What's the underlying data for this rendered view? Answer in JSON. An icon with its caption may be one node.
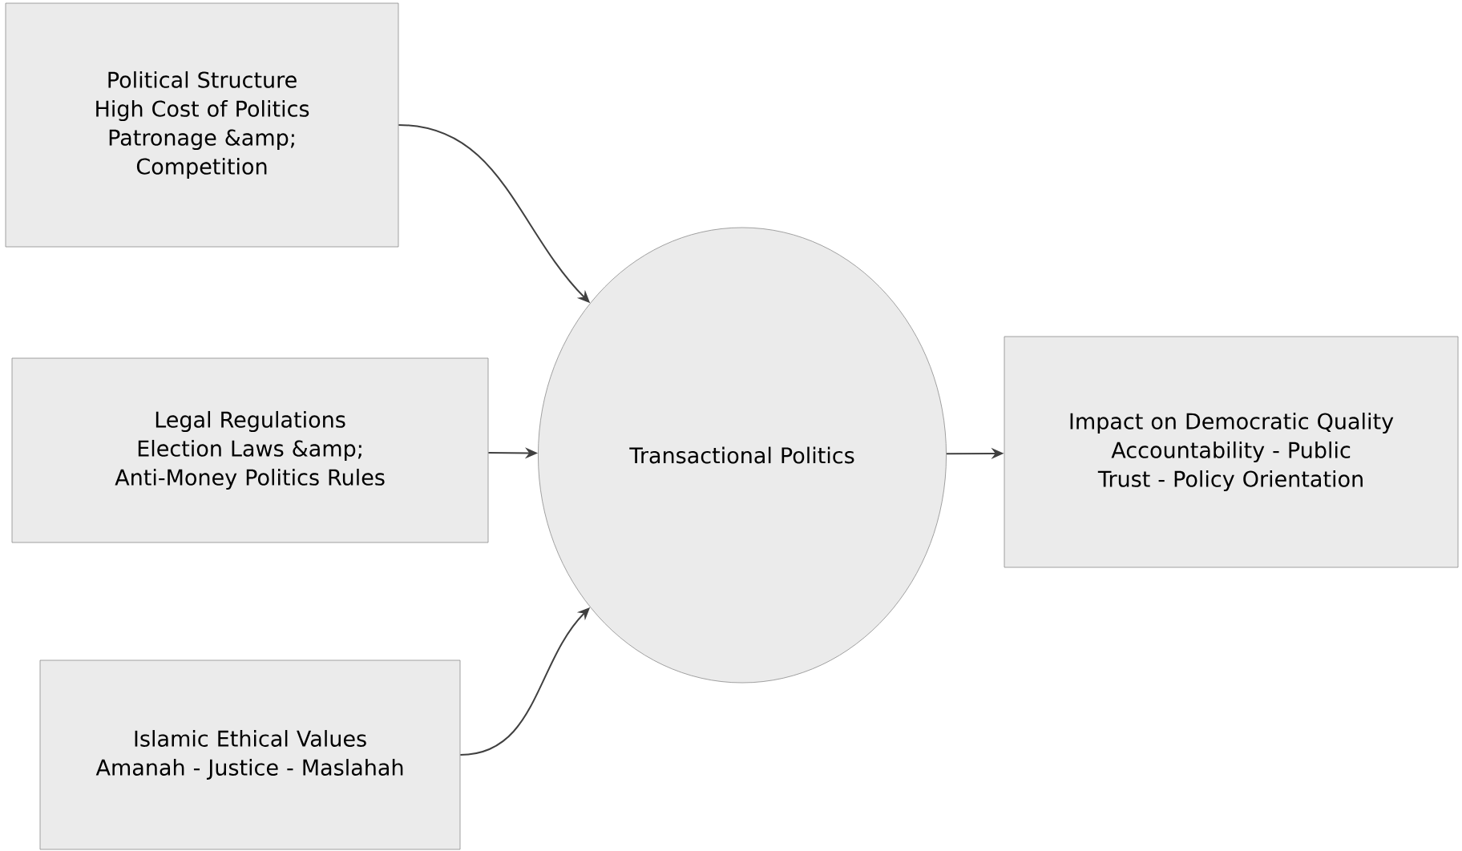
{
  "diagram": {
    "nodes": [
      {
        "text": [
          "Political Structure",
          "High Cost of Politics",
          "Patronage &amp; Competition"
        ]
      },
      {
        "text": [
          "Legal Regulations",
          "Election Laws &amp; Anti-Money Politics Rules"
        ]
      },
      {
        "text": [
          "Islamic Ethical Values",
          "Amanah - Justice - Maslahah"
        ]
      },
      {
        "text": [
          "Transactional Politics"
        ]
      },
      {
        "text": [
          "Impact on Democratic Quality",
          "Accountability - Public Trust - Policy Orientation"
        ]
      }
    ],
    "edges": [
      {
        "from": 0,
        "to": 3,
        "arrow": "to"
      },
      {
        "from": 1,
        "to": 3,
        "arrow": "to"
      },
      {
        "from": 2,
        "to": 3,
        "arrow": "to"
      },
      {
        "from": 3,
        "to": 4,
        "arrow": "to"
      }
    ]
  }
}
